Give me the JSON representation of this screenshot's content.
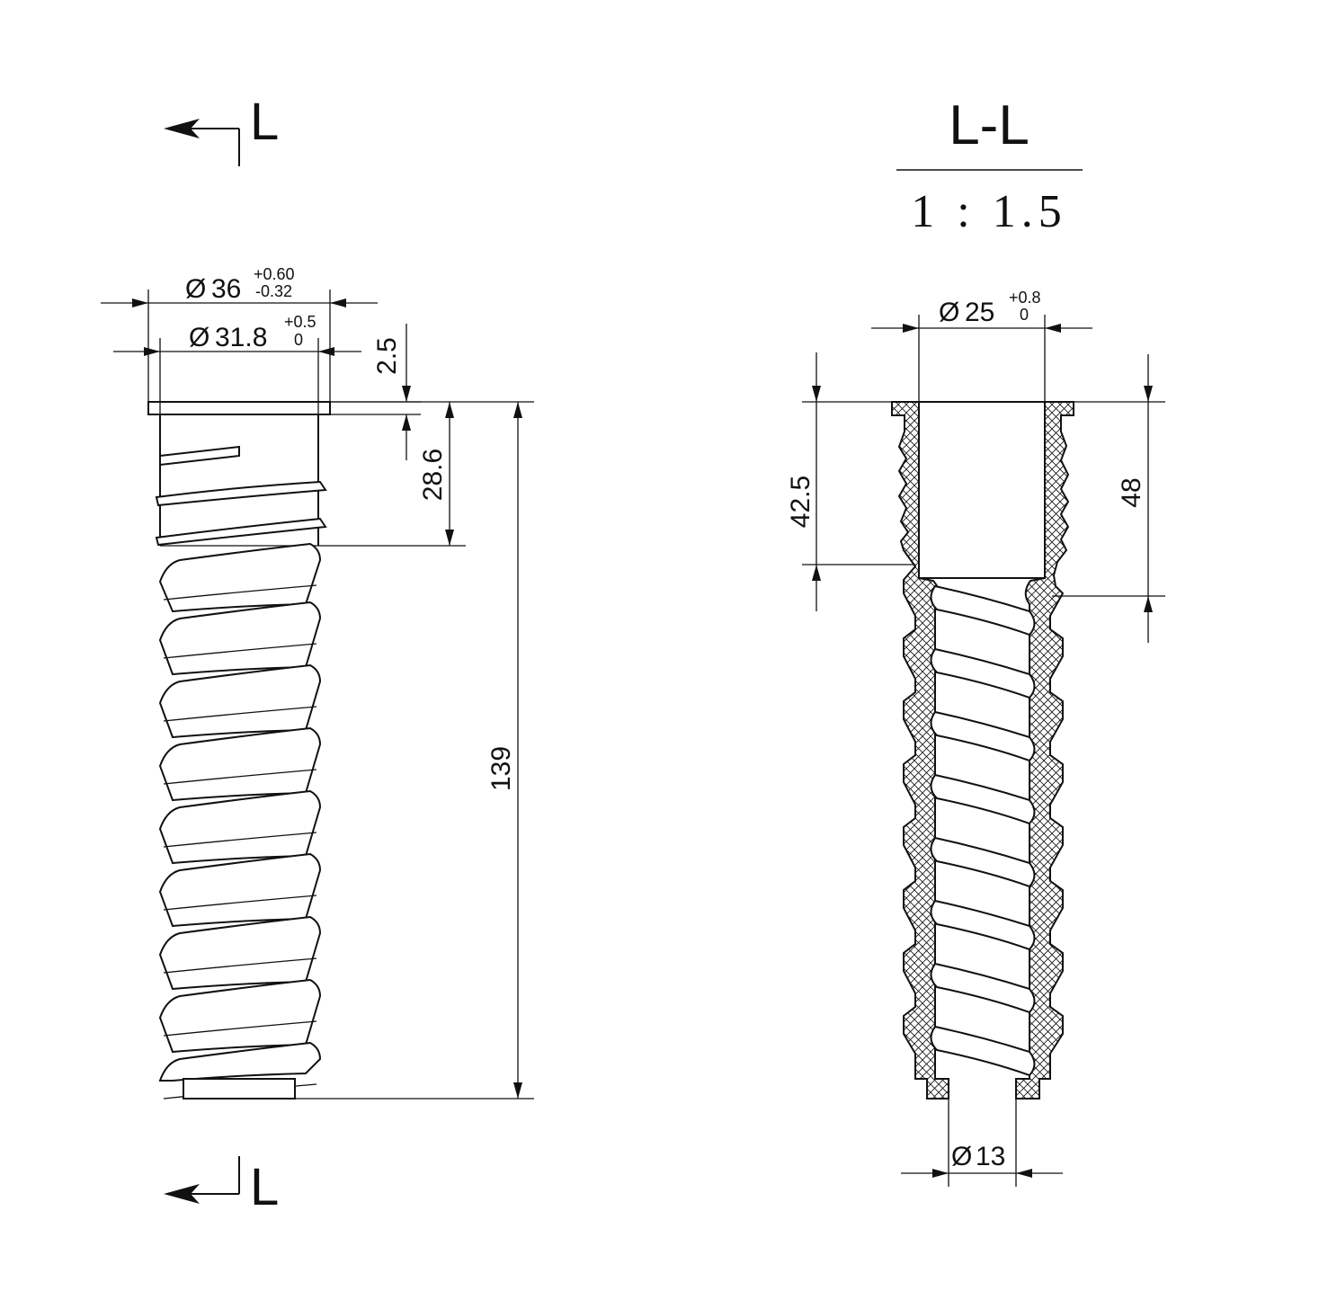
{
  "section_marker": {
    "top_label": "L",
    "bottom_label": "L"
  },
  "section_view": {
    "title": "L-L",
    "scale": "1 : 1.5"
  },
  "dimensions": {
    "outer_diameter": {
      "symbol": "Ø",
      "value": "36",
      "tol_upper": "+0.60",
      "tol_lower": "-0.32"
    },
    "collar_diameter": {
      "symbol": "Ø",
      "value": "31.8",
      "tol_upper": "+0.5",
      "tol_lower": "0"
    },
    "flange_thickness": "2.5",
    "upper_thread_length": "28.6",
    "total_length": "139",
    "bore_diameter": {
      "symbol": "Ø",
      "value": "25",
      "tol_upper": "+0.8",
      "tol_lower": "0"
    },
    "bore_depth": "42.5",
    "socket_depth": "48",
    "tip_diameter": {
      "symbol": "Ø",
      "value": "13"
    }
  },
  "colors": {
    "line": "#111111",
    "background": "#ffffff"
  }
}
